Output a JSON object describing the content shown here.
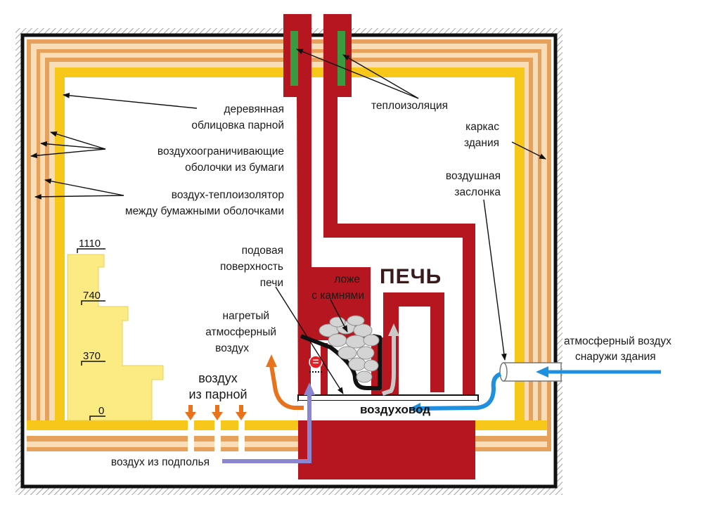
{
  "labels": {
    "thermal_insulation": "теплоизоляция",
    "wood_lining_1": "деревянная",
    "wood_lining_2": "облицовка парной",
    "air_shells_1": "воздухоограничивающие",
    "air_shells_2": "оболочки из бумаги",
    "air_insulator_1": "воздух-теплоизолятор",
    "air_insulator_2": "между бумажными оболочками",
    "building_frame_1": "каркас",
    "building_frame_2": "здания",
    "air_damper_1": "воздушная",
    "air_damper_2": "заслонка",
    "hearth_1": "подовая",
    "hearth_2": "поверхность",
    "hearth_3": "печи",
    "stone_bed_1": "ложе",
    "stone_bed_2": "с камнями",
    "oven": "ПЕЧЬ",
    "heated_air_1": "нагретый",
    "heated_air_2": "атмосферный",
    "heated_air_3": "воздух",
    "steam_air_1": "воздух",
    "steam_air_2": "из парной",
    "air_duct": "воздуховод",
    "outside_air_1": "атмосферный воздух",
    "outside_air_2": "снаружи здания",
    "underfloor_air": "воздух из подполья"
  },
  "shelf_heights": [
    "1110",
    "740",
    "370",
    "0"
  ],
  "colors": {
    "brick": "#b5161f",
    "wood": "#f7c719",
    "paper_shell": "#e8a15b",
    "paper_fill": "#f9dcb8",
    "shelf": "#fbeb82",
    "insulation": "#3a9a3f",
    "hot_arrow": "#e8731c",
    "cold_arrow": "#1f8fe0",
    "underfloor_arrow": "#8a86cf",
    "steam_arrow": "#c9c9c9"
  }
}
